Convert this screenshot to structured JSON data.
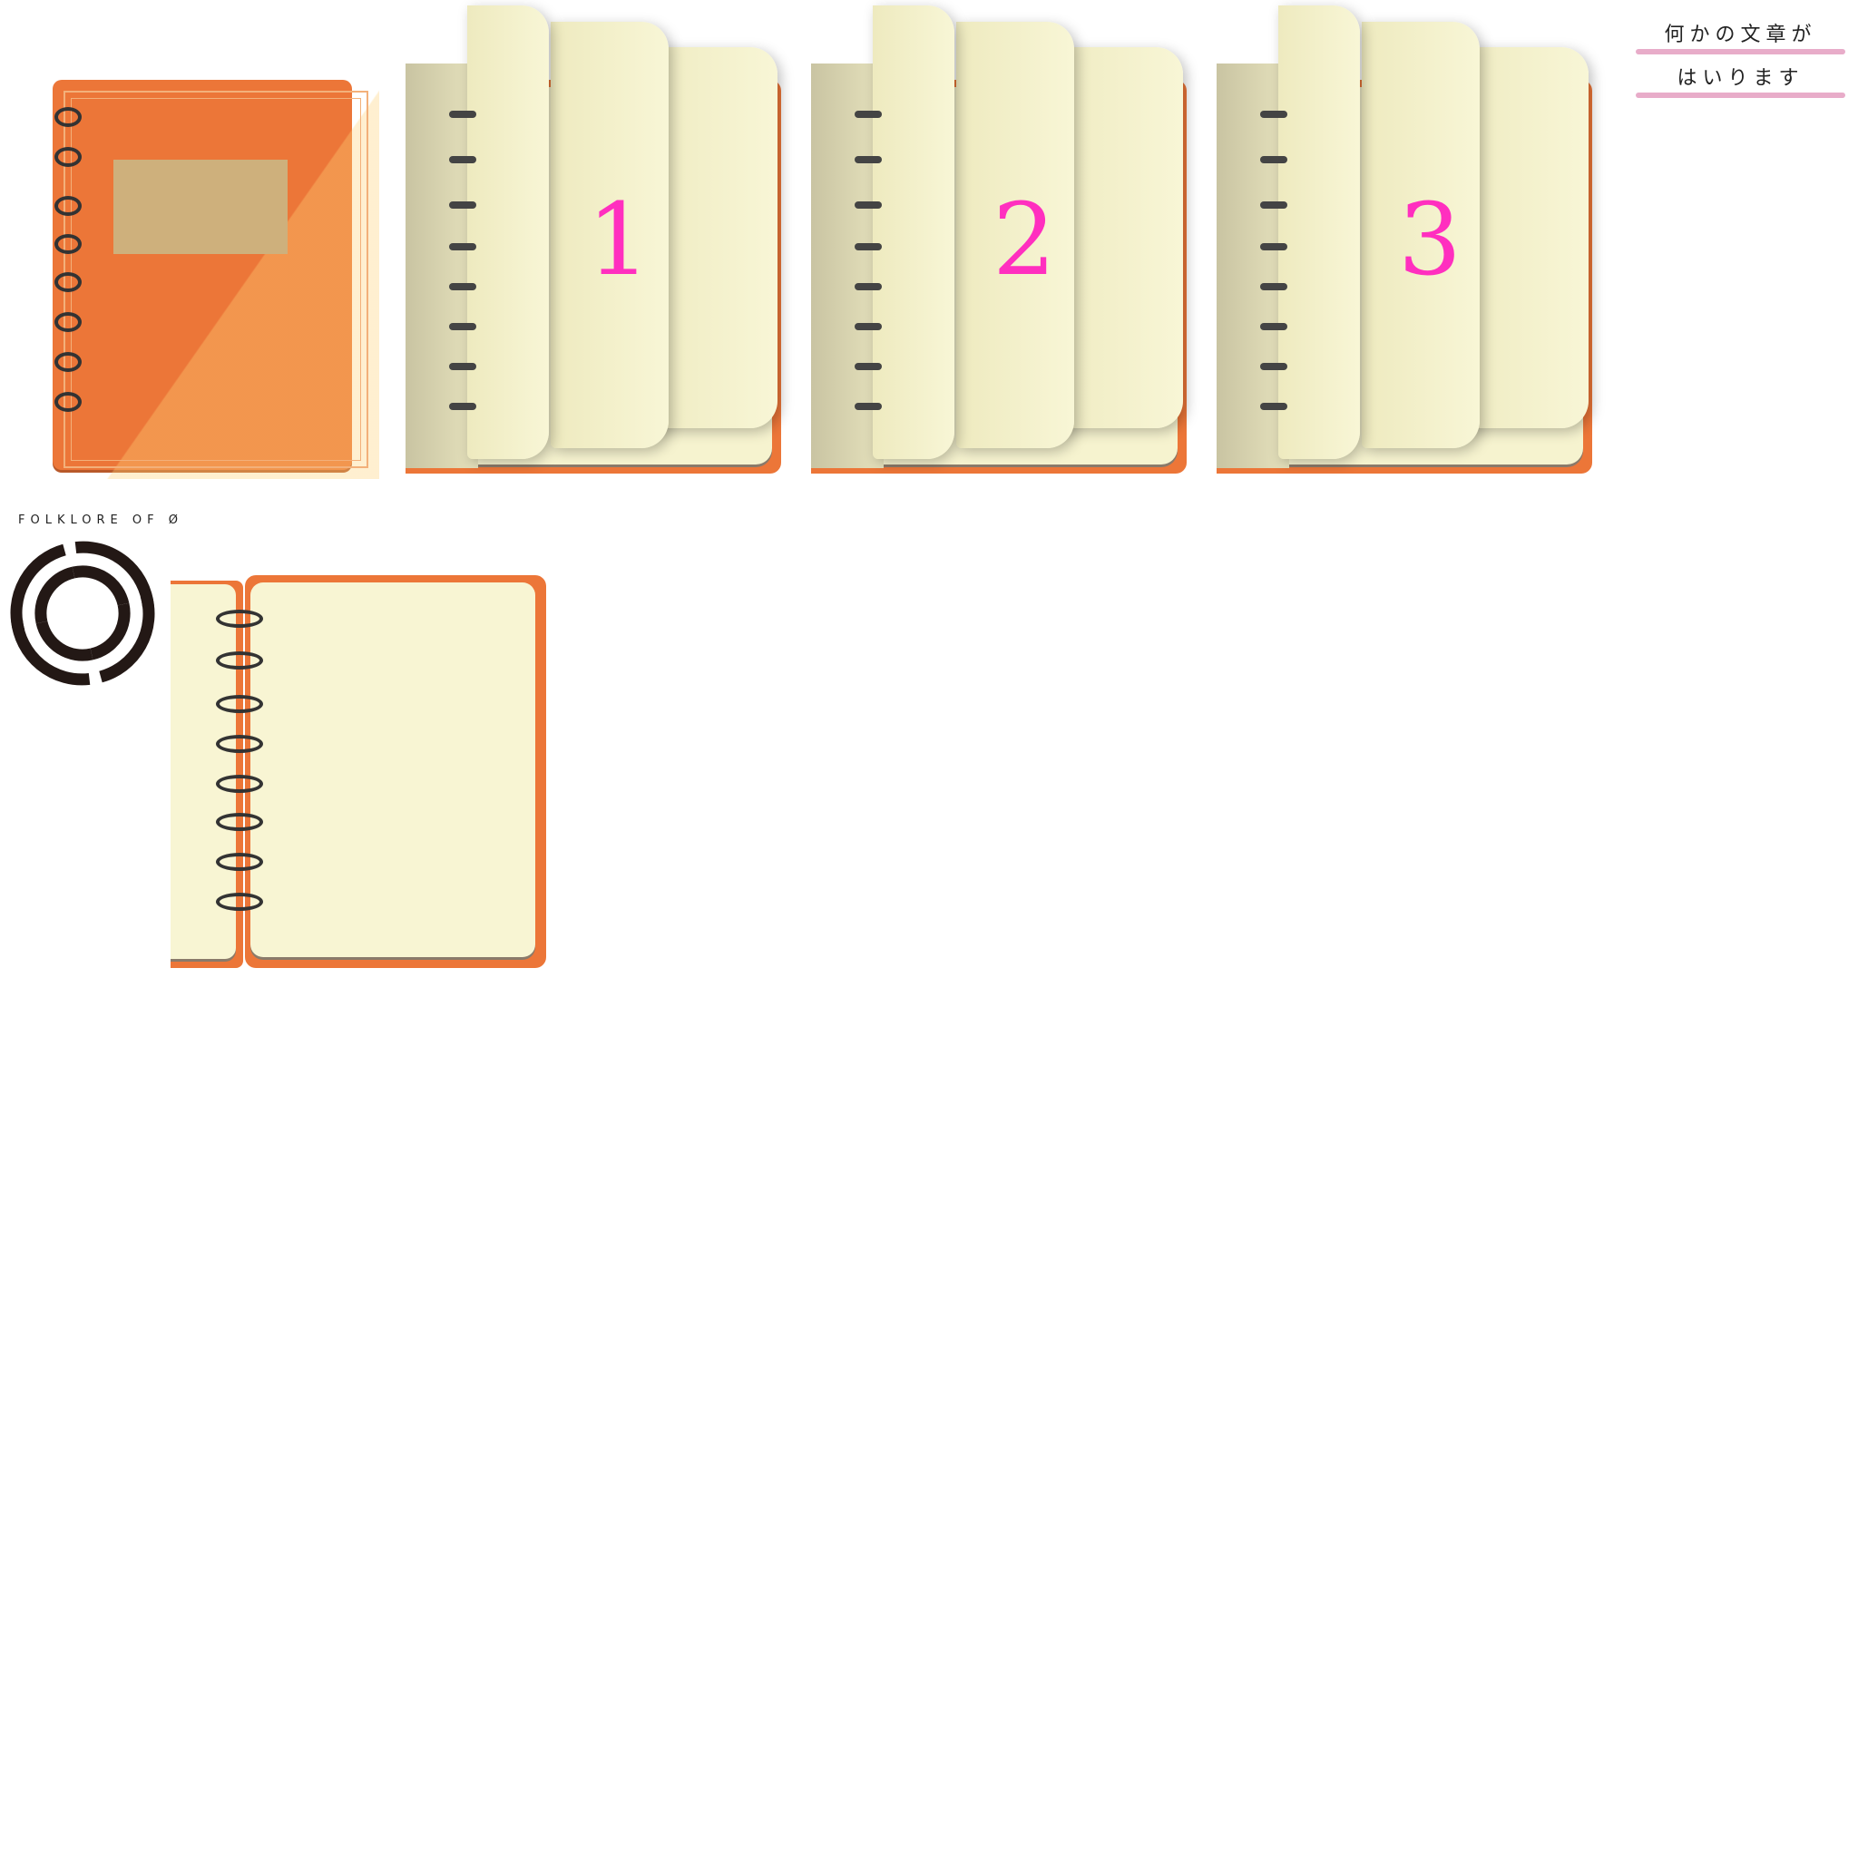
{
  "notebooks": [
    {
      "state": "closed"
    },
    {
      "state": "flipping",
      "page_number": "1"
    },
    {
      "state": "flipping",
      "page_number": "2"
    },
    {
      "state": "flipping",
      "page_number": "3"
    },
    {
      "state": "open"
    }
  ],
  "message_box": {
    "line1": "何かの文章が",
    "line2": "はいります"
  },
  "logo": {
    "text": "FOLKLORE OF Ø",
    "icon": "swirl-icon"
  },
  "colors": {
    "cover": "#ec7638",
    "paper": "#f8f5d3",
    "number": "#ff2fbf",
    "underline": "#e8acc9",
    "label": "#ceb07c"
  }
}
